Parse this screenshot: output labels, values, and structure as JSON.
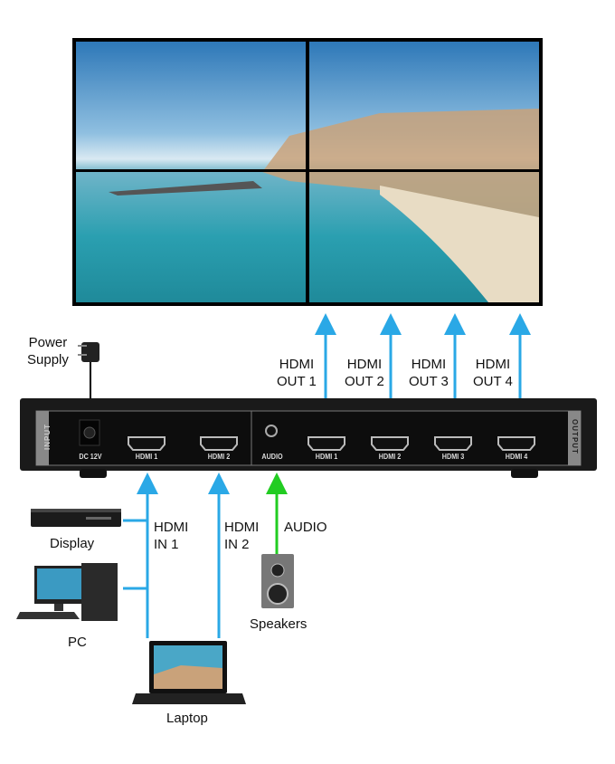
{
  "power": {
    "line1": "Power",
    "line2": "Supply"
  },
  "outputs": [
    {
      "line1": "HDMI",
      "line2": "OUT 1"
    },
    {
      "line1": "HDMI",
      "line2": "OUT 2"
    },
    {
      "line1": "HDMI",
      "line2": "OUT 3"
    },
    {
      "line1": "HDMI",
      "line2": "OUT 4"
    }
  ],
  "device": {
    "input_label": "INPUT",
    "output_label": "OUTPUT",
    "ports": [
      "DC 12V",
      "HDMI 1",
      "HDMI 2",
      "AUDIO",
      "HDMI 1",
      "HDMI 2",
      "HDMI 3",
      "HDMI 4"
    ]
  },
  "inputs": {
    "hdmi_in_1": {
      "line1": "HDMI",
      "line2": "IN 1"
    },
    "hdmi_in_2": {
      "line1": "HDMI",
      "line2": "IN 2"
    },
    "audio": "AUDIO"
  },
  "sources": {
    "display": "Display",
    "pc": "PC",
    "laptop": "Laptop",
    "speakers": "Speakers"
  },
  "colors": {
    "hdmi_arrow": "#2aa8e6",
    "audio_arrow": "#22cc22",
    "device": "#1a1a1a"
  }
}
